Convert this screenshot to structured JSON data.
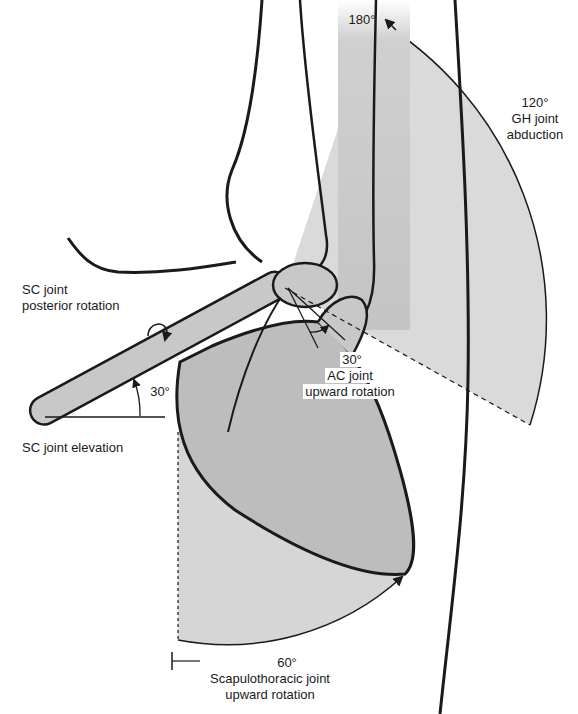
{
  "diagram": {
    "labels": [
      "180°",
      "120°",
      "GH joint",
      "abduction",
      "SC joint",
      "posterior rotation",
      "30°",
      "AC joint",
      "upward rotation",
      "30°",
      "SC joint elevation",
      "60°",
      "Scapulothoracic joint",
      "upward rotation"
    ]
  }
}
